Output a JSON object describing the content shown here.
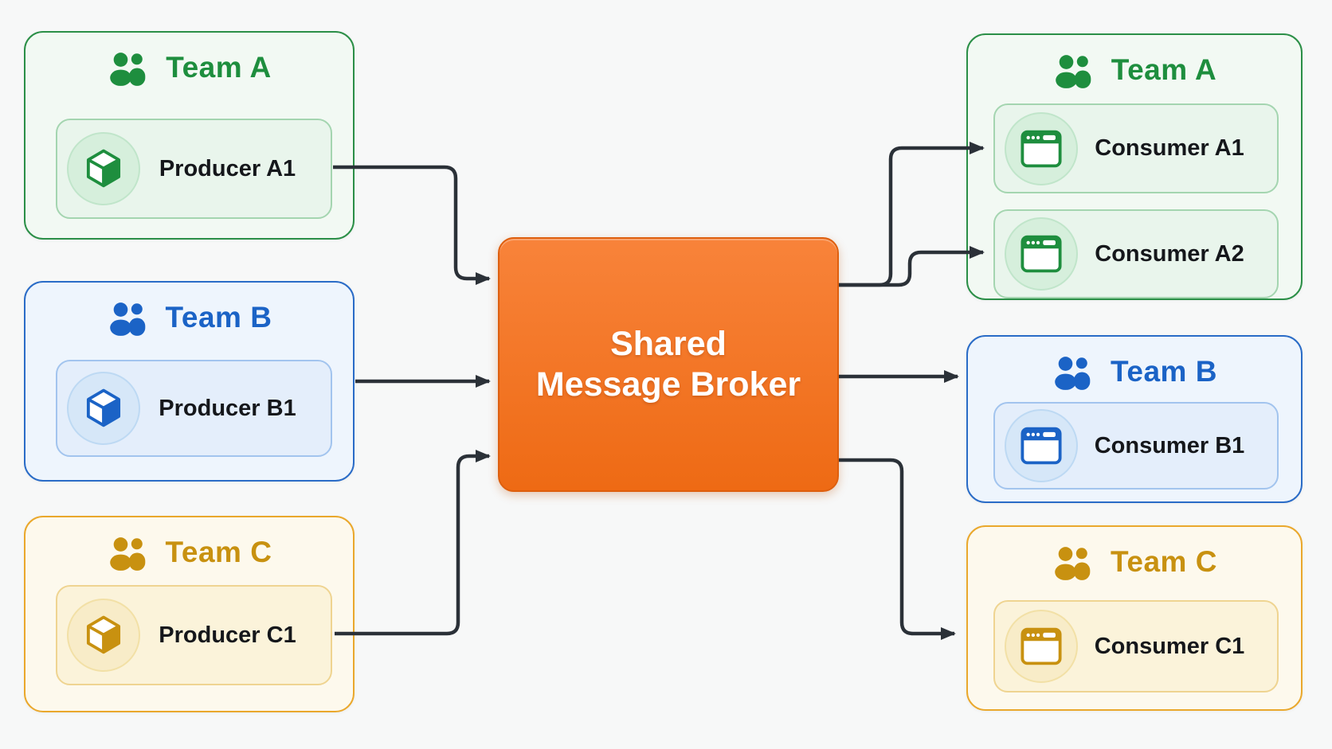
{
  "broker": {
    "line1": "Shared",
    "line2": "Message Broker"
  },
  "producer_teams": [
    {
      "name": "Team A",
      "theme": "green",
      "members": [
        {
          "name": "Producer A1"
        }
      ]
    },
    {
      "name": "Team B",
      "theme": "blue",
      "members": [
        {
          "name": "Producer B1"
        }
      ]
    },
    {
      "name": "Team C",
      "theme": "amber",
      "members": [
        {
          "name": "Producer C1"
        }
      ]
    }
  ],
  "consumer_teams": [
    {
      "name": "Team A",
      "theme": "green",
      "members": [
        {
          "name": "Consumer A1"
        },
        {
          "name": "Consumer A2"
        }
      ]
    },
    {
      "name": "Team B",
      "theme": "blue",
      "members": [
        {
          "name": "Consumer B1"
        }
      ]
    },
    {
      "name": "Team C",
      "theme": "amber",
      "members": [
        {
          "name": "Consumer C1"
        }
      ]
    }
  ],
  "icons": {
    "team": "people-icon",
    "producer": "cube-icon",
    "consumer": "browser-window-icon"
  },
  "colors": {
    "green": "#1e8e3e",
    "blue": "#1b63c6",
    "amber": "#c89110",
    "broker-orange": "#ee6a14",
    "arrow": "#2b3138",
    "background": "#f7f8f8"
  }
}
